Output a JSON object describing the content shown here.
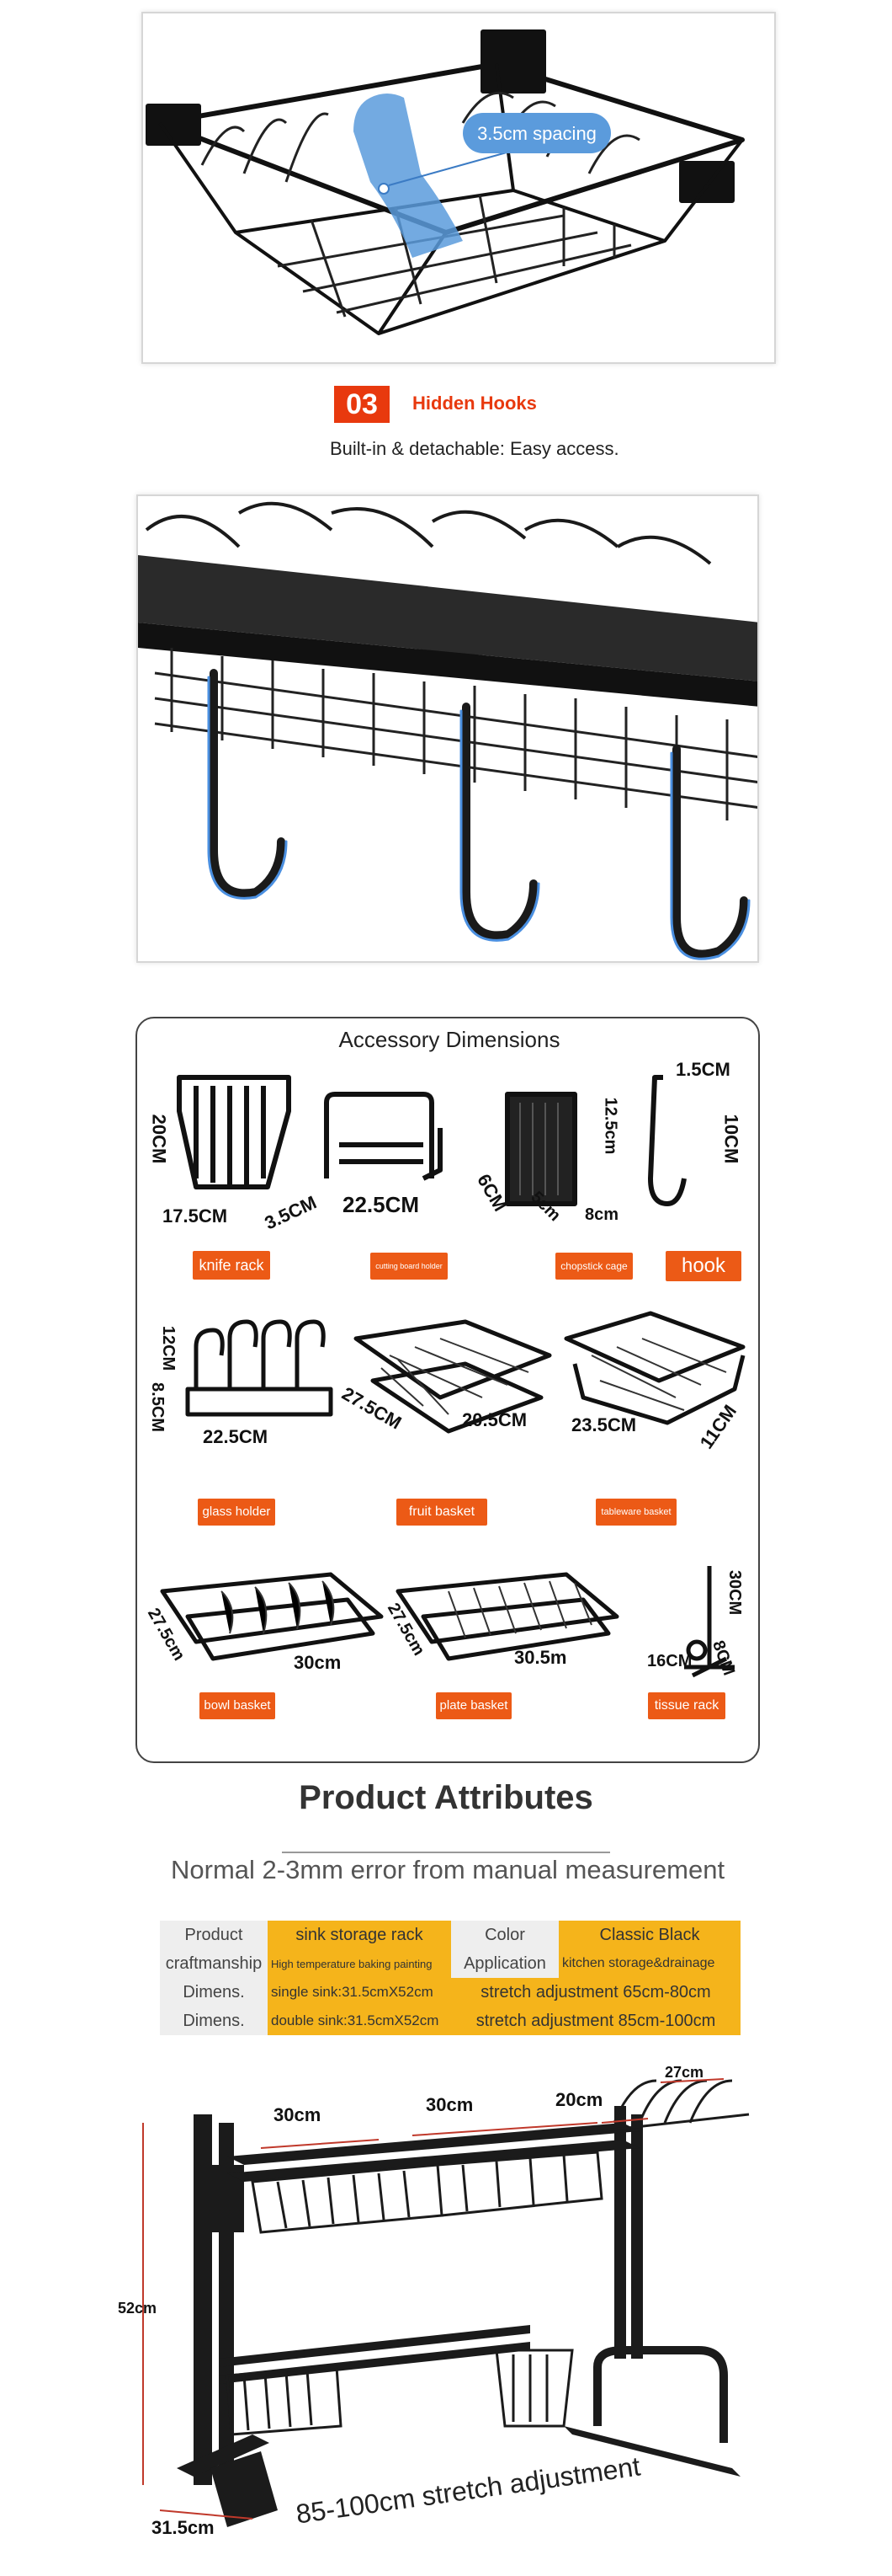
{
  "section_top": {
    "callout": "3.5cm spacing"
  },
  "feature_03": {
    "number": "03",
    "title": "Hidden Hooks",
    "subtitle": "Built-in & detachable: Easy access."
  },
  "accessory": {
    "title": "Accessory Dimensions",
    "items": [
      {
        "name": "knife rack",
        "dims": [
          "20CM",
          "17.5CM",
          "3.5CM"
        ]
      },
      {
        "name": "cutting board holder",
        "dims": [
          "22.5CM",
          "6CM"
        ]
      },
      {
        "name": "chopstick cage",
        "dims": [
          "12.5cm",
          "5cm",
          "8cm"
        ]
      },
      {
        "name": "hook",
        "dims": [
          "1.5CM",
          "10CM"
        ]
      },
      {
        "name": "glass holder",
        "dims": [
          "12CM",
          "8.5CM",
          "22.5CM"
        ]
      },
      {
        "name": "fruit basket",
        "dims": [
          "27.5CM",
          "20.5CM"
        ]
      },
      {
        "name": "tableware basket",
        "dims": [
          "23.5CM",
          "11CM"
        ]
      },
      {
        "name": "bowl basket",
        "dims": [
          "27.5cm",
          "30cm"
        ]
      },
      {
        "name": "plate basket",
        "dims": [
          "27.5cm",
          "30.5m"
        ]
      },
      {
        "name": "tissue rack",
        "dims": [
          "30CM",
          "16CM",
          "8CM"
        ]
      }
    ]
  },
  "attributes": {
    "title": "Product Attributes",
    "note": "Normal 2-3mm error from manual measurement",
    "rows": [
      [
        "Product",
        "sink storage rack",
        "Color",
        "Classic Black"
      ],
      [
        "craftmanship",
        "High temperature baking painting",
        "Application",
        "kitchen storage&drainage"
      ],
      [
        "Dimens.",
        "single sink:31.5cmX52cm",
        "stretch adjustment 65cm-80cm"
      ],
      [
        "Dimens.",
        "double sink:31.5cmX52cm",
        "stretch adjustment 85cm-100cm"
      ]
    ]
  },
  "bottom_dims": {
    "top_left": "30cm",
    "top_mid": "30cm",
    "top_right": "20cm",
    "top_rack": "27cm",
    "height": "52cm",
    "depth": "31.5cm",
    "stretch": "85-100cm stretch adjustment"
  }
}
